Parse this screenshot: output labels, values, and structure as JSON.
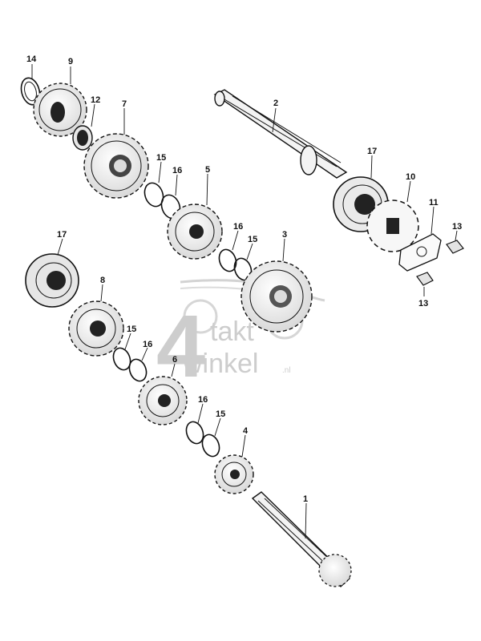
{
  "watermark": {
    "numeral": "4",
    "word_top": "takt",
    "word_bottom": "winkel",
    "suffix": ".nl"
  },
  "parts": [
    {
      "id": "p14",
      "label": "14",
      "kind": "circlip"
    },
    {
      "id": "p9",
      "label": "9",
      "kind": "gear"
    },
    {
      "id": "p12",
      "label": "12",
      "kind": "bushing"
    },
    {
      "id": "p7",
      "label": "7",
      "kind": "gear"
    },
    {
      "id": "p2",
      "label": "2",
      "kind": "shaft"
    },
    {
      "id": "p15a",
      "label": "15",
      "kind": "circlip"
    },
    {
      "id": "p16a",
      "label": "16",
      "kind": "washer"
    },
    {
      "id": "p5",
      "label": "5",
      "kind": "gear"
    },
    {
      "id": "p17a",
      "label": "17",
      "kind": "bearing"
    },
    {
      "id": "p10",
      "label": "10",
      "kind": "sprocket"
    },
    {
      "id": "p11",
      "label": "11",
      "kind": "plate"
    },
    {
      "id": "p13a",
      "label": "13",
      "kind": "bolt"
    },
    {
      "id": "p13b",
      "label": "13",
      "kind": "bolt"
    },
    {
      "id": "p16b",
      "label": "16",
      "kind": "washer"
    },
    {
      "id": "p15b",
      "label": "15",
      "kind": "circlip"
    },
    {
      "id": "p3",
      "label": "3",
      "kind": "gear"
    },
    {
      "id": "p17b",
      "label": "17",
      "kind": "bearing"
    },
    {
      "id": "p8",
      "label": "8",
      "kind": "gear"
    },
    {
      "id": "p15c",
      "label": "15",
      "kind": "circlip"
    },
    {
      "id": "p16c",
      "label": "16",
      "kind": "washer"
    },
    {
      "id": "p6",
      "label": "6",
      "kind": "gear"
    },
    {
      "id": "p16d",
      "label": "16",
      "kind": "washer"
    },
    {
      "id": "p15d",
      "label": "15",
      "kind": "circlip"
    },
    {
      "id": "p4",
      "label": "4",
      "kind": "gear"
    },
    {
      "id": "p1",
      "label": "1",
      "kind": "shaft"
    }
  ]
}
